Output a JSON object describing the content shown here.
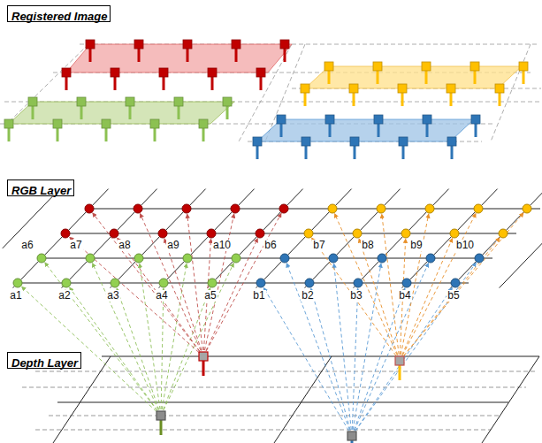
{
  "diagram": {
    "nodes": [
      {
        "text": [
          "Registered Image"
        ]
      },
      {
        "text": [
          "RGB Layer"
        ]
      },
      {
        "text": [
          "Depth Layer"
        ]
      }
    ],
    "labels": [
      "a1",
      "a2",
      "a3",
      "a4",
      "a5",
      "a6",
      "a7",
      "a8",
      "a9",
      "a10",
      "b1",
      "b2",
      "b3",
      "b4",
      "b5",
      "b6",
      "b7",
      "b8",
      "b9",
      "b10"
    ]
  }
}
